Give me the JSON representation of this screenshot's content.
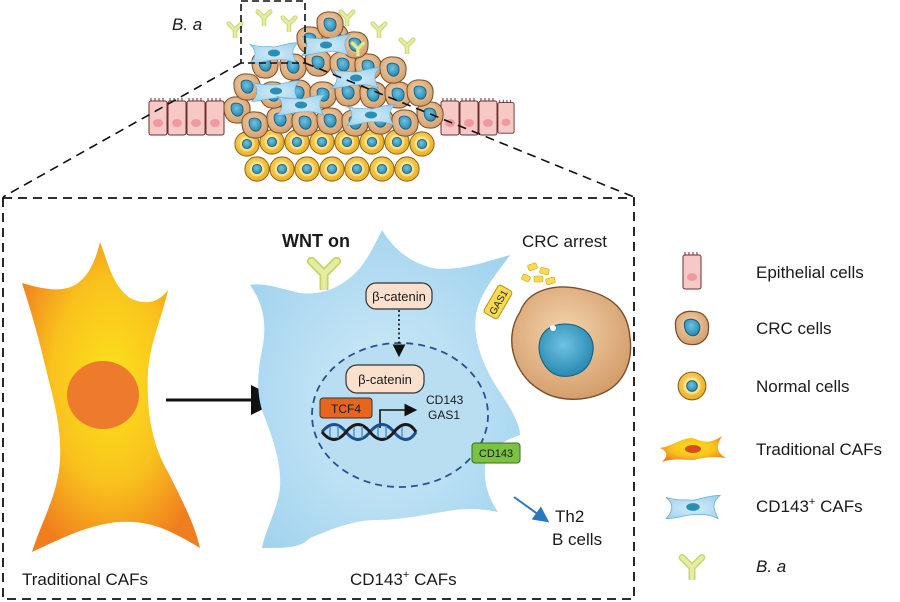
{
  "top": {
    "bacteria_label": "B. a"
  },
  "main_box": {
    "wnt_label": "WNT on",
    "crc_arrest_label": "CRC arrest",
    "beta_catenin_cyto": "β-catenin",
    "beta_catenin_nuc": "β-catenin",
    "tcf4_label": "TCF4",
    "target_gene_1": "CD143",
    "target_gene_2": "GAS1",
    "gas1_tag": "GAS1",
    "cd143_tag": "CD143",
    "th2_label": "Th2",
    "bcells_label": "B cells",
    "traditional_cafs_caption": "Traditional CAFs",
    "cd143_cafs_caption_prefix": "CD143",
    "cd143_cafs_caption_sup": "+",
    "cd143_cafs_caption_suffix": " CAFs"
  },
  "legend": {
    "items": [
      {
        "icon": "epithelial-cell-icon",
        "label": "Epithelial cells"
      },
      {
        "icon": "crc-cell-icon",
        "label": "CRC cells"
      },
      {
        "icon": "normal-cell-icon",
        "label": "Normal cells"
      },
      {
        "icon": "traditional-caf-icon",
        "label": "Traditional CAFs"
      },
      {
        "icon": "cd143-caf-icon",
        "label_prefix": "CD143",
        "label_sup": "+",
        "label_suffix": " CAFs"
      },
      {
        "icon": "bacteria-icon",
        "label": "B. a"
      }
    ]
  },
  "colors": {
    "caf_orange": "#f08a1c",
    "caf_yellow": "#f9d21e",
    "cd143_blue": "#a9d8f0",
    "crc_tan": "#dca877",
    "crc_nucleus": "#2b8fb5",
    "normal_yellow": "#f5c330",
    "epithelial_pink": "#f7c9c6",
    "bacteria_green": "#dde890",
    "tcf4_orange": "#e8651e",
    "cd143_green": "#7cc242",
    "gas1_yellow": "#f8da55",
    "box_peach": "#fde2d0"
  }
}
